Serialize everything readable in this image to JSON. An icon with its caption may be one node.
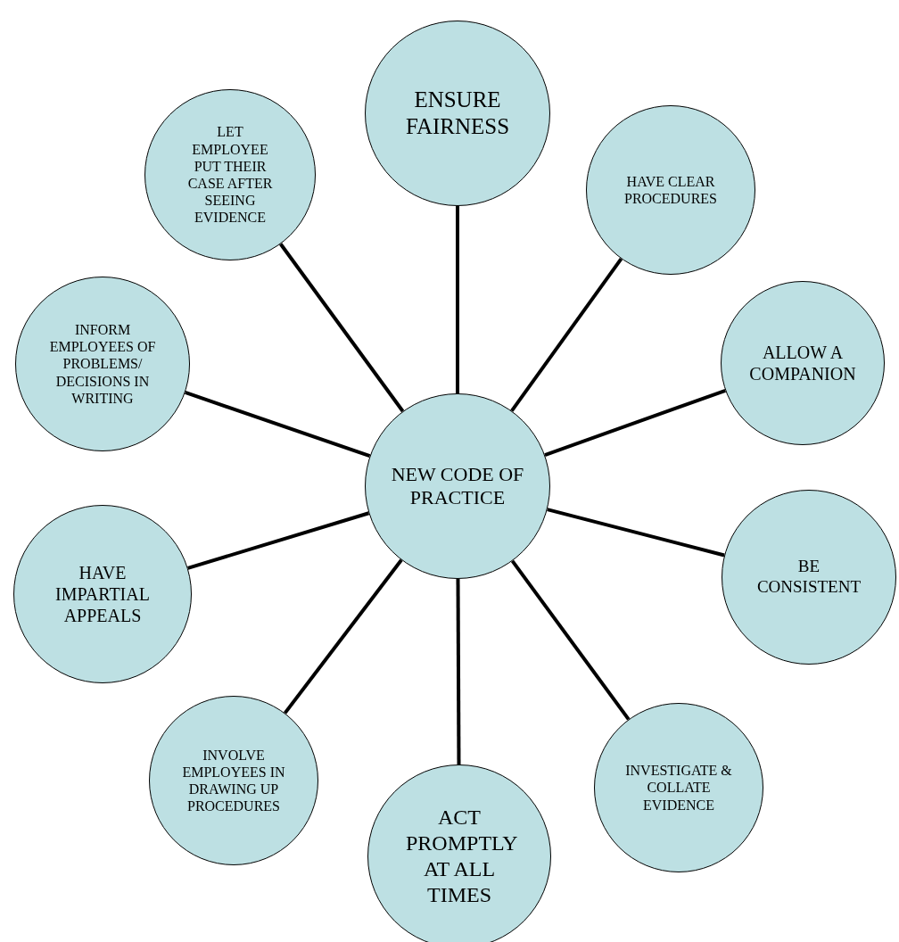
{
  "diagram": {
    "nodes": [
      {
        "text": [
          "NEW CODE OF PRACTICE"
        ]
      },
      {
        "text": [
          "ENSURE FAIRNESS"
        ]
      },
      {
        "text": [
          "HAVE CLEAR PROCEDURES"
        ]
      },
      {
        "text": [
          "ALLOW A COMPANION"
        ]
      },
      {
        "text": [
          "BE CONSISTENT"
        ]
      },
      {
        "text": [
          "INVESTIGATE & COLLATE EVIDENCE"
        ]
      },
      {
        "text": [
          "ACT PROMPTLY AT ALL TIMES"
        ]
      },
      {
        "text": [
          "INVOLVE EMPLOYEES IN DRAWING UP PROCEDURES"
        ]
      },
      {
        "text": [
          "HAVE IMPARTIAL APPEALS"
        ]
      },
      {
        "text": [
          "INFORM EMPLOYEES OF PROBLEMS/ DECISIONS IN WRITING"
        ]
      },
      {
        "text": [
          "LET EMPLOYEE PUT THEIR CASE AFTER SEEING EVIDENCE"
        ]
      }
    ],
    "edges": [
      {
        "from": 0,
        "to": 1,
        "arrow": "none"
      },
      {
        "from": 0,
        "to": 2,
        "arrow": "none"
      },
      {
        "from": 0,
        "to": 3,
        "arrow": "none"
      },
      {
        "from": 0,
        "to": 4,
        "arrow": "none"
      },
      {
        "from": 0,
        "to": 5,
        "arrow": "none"
      },
      {
        "from": 0,
        "to": 6,
        "arrow": "none"
      },
      {
        "from": 0,
        "to": 7,
        "arrow": "none"
      },
      {
        "from": 0,
        "to": 8,
        "arrow": "none"
      },
      {
        "from": 0,
        "to": 9,
        "arrow": "none"
      },
      {
        "from": 0,
        "to": 10,
        "arrow": "none"
      }
    ]
  }
}
